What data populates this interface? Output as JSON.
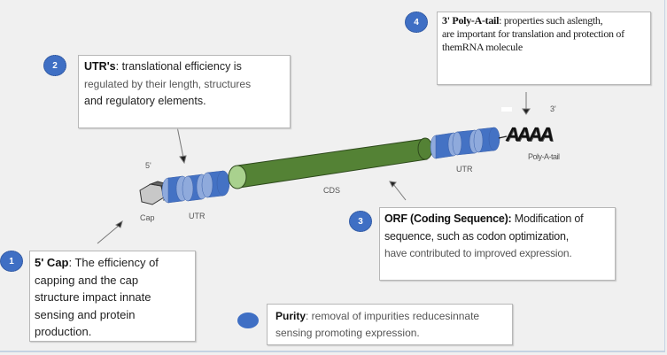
{
  "diagram": {
    "title": "mRNA structure elements",
    "labels": {
      "five_prime": "5'",
      "three_prime": "3'",
      "cap": "Cap",
      "utr_left": "UTR",
      "utr_right": "UTR",
      "cds": "CDS",
      "poly_a_seq": "AAAA",
      "poly_a_tail": "Poly-A-tail"
    },
    "colors": {
      "utr_blue": "#4472c4",
      "utr_light": "#8faadc",
      "cds_green": "#548235",
      "cds_cap_light": "#a9d18e",
      "badge_blue": "#3f6fc4"
    },
    "callouts": [
      {
        "number": "1",
        "title": "5' Cap",
        "text_lines": [
          ": The efficiency of",
          "capping and the cap",
          "structure impact innate",
          "sensing and protein",
          "production."
        ]
      },
      {
        "number": "2",
        "title": "UTR's",
        "text_lines": [
          ": translational efficiency is",
          "regulated by their length, structures",
          "and regulatory elements."
        ]
      },
      {
        "number": "3",
        "title": "ORF (Coding Sequence):",
        "text_lines": [
          " Modification of",
          "sequence, such as codon optimization,",
          "have contributed to improved expression."
        ]
      },
      {
        "number": "4",
        "title": "3' Poly-A-tail",
        "text_lines": [
          ": properties such aslength,",
          "are important for translation and protection of",
          "themRNA molecule"
        ]
      },
      {
        "number": "",
        "title": "Purity",
        "text_lines": [
          ": removal of impurities reducesinnate",
          "sensing promoting expression."
        ]
      }
    ]
  }
}
